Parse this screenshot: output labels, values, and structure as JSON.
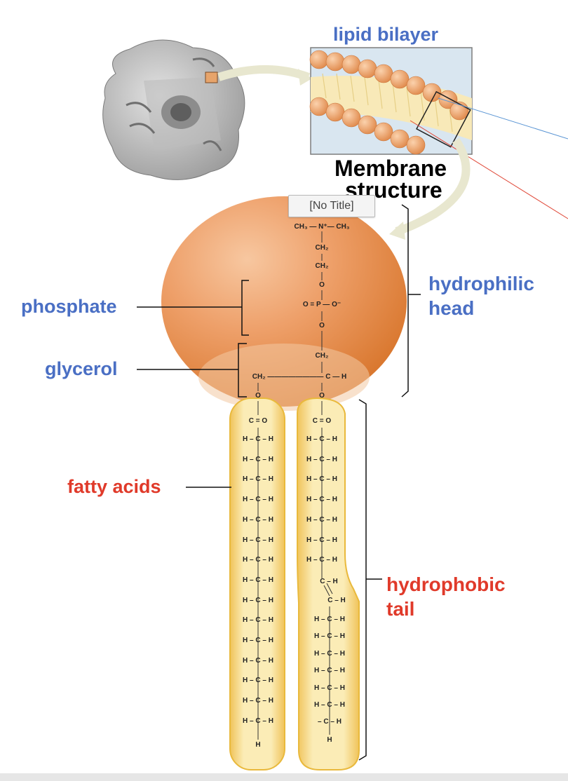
{
  "labels": {
    "lipid_bilayer": "lipid bilayer",
    "membrane_line1": "Membrane",
    "membrane_line2": "structure",
    "tooltip": "[No Title]",
    "phosphate": "phosphate",
    "glycerol": "glycerol",
    "fatty_acids": "fatty acids",
    "hydrophilic_line1": "hydrophilic",
    "hydrophilic_line2": "head",
    "hydrophobic_line1": "hydrophobic",
    "hydrophobic_line2": "tail"
  },
  "head_formula": {
    "choline_top": "CH₃ — N⁺— CH₃",
    "ch2_a": "CH₂",
    "ch2_b": "CH₂",
    "o_upper": "O",
    "phosphate_center": "O = P — O⁻",
    "o_lower": "O",
    "ch2_c": "CH₂",
    "glycerol_row": "CH₂ ———————— C — H",
    "o_left": "O",
    "o_right": "O"
  },
  "tail1": {
    "carbonyl": "C = O",
    "rows": [
      "H – C – H",
      "H – C – H",
      "H – C – H",
      "H – C – H",
      "H – C – H",
      "H – C – H",
      "H – C – H",
      "H – C – H",
      "H – C – H",
      "H – C – H",
      "H – C – H",
      "H – C – H",
      "H – C – H",
      "H – C – H",
      "H – C – H"
    ],
    "end": "H"
  },
  "tail2": {
    "carbonyl": "C = O",
    "rows_upper": [
      "H – C – H",
      "H – C – H",
      "H – C – H",
      "H – C – H",
      "H – C – H",
      "H – C – H",
      "H – C – H"
    ],
    "double_bond_a": "C – H",
    "double_bond_b": "C – H",
    "rows_lower": [
      "H – C – H",
      "H – C – H",
      "H – C – H",
      "H – C – H",
      "H – C – H",
      "H – C – H",
      "– C – H"
    ],
    "end": "H"
  },
  "colors": {
    "blue_label": "#4a6fc4",
    "red_label": "#e03a2a",
    "head_orange": "#e2894a",
    "tail_yellow": "#f7dc8c"
  }
}
